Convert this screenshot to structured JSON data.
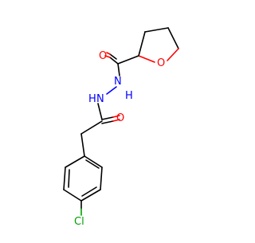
{
  "molecule": {
    "atoms": {
      "o_amide1": "O",
      "o_ring": "O",
      "n_upper": "N",
      "h_upper": "H",
      "n_lower": "N",
      "h_lower": "H",
      "o_amide2": "O",
      "cl": "Cl"
    },
    "colors": {
      "bond": "#000000",
      "oxygen": "#ff0000",
      "nitrogen": "#0000ff",
      "chlorine": "#00a000",
      "background": "#ffffff"
    }
  }
}
